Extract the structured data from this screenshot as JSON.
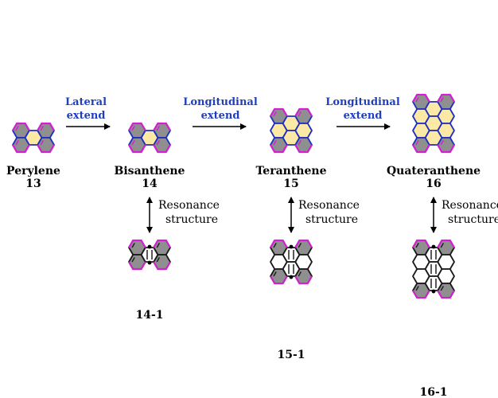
{
  "molecules": [
    {
      "name": "Perylene",
      "number": "13",
      "structure": "perylene"
    },
    {
      "name": "Bisanthene",
      "number": "14",
      "structure": "bisanthene"
    },
    {
      "name": "Teranthene",
      "number": "15",
      "structure": "teranthene"
    },
    {
      "name": "Quateranthene",
      "number": "16",
      "structure": "quateranthene"
    }
  ],
  "steps": [
    {
      "line1": "Lateral",
      "line2": "extend"
    },
    {
      "line1": "Longitudinal",
      "line2": "extend"
    },
    {
      "line1": "Longitudinal",
      "line2": "extend"
    }
  ],
  "resonance": {
    "line1": "Resonance",
    "line2": "structure"
  },
  "resonance_labels": [
    "14-1",
    "15-1",
    "16-1"
  ],
  "colors": {
    "ring_fill": "#fde9a6",
    "bond_blue": "#1f2fbf",
    "bond_magenta": "#d21fd2",
    "shade_gray": "#8f8f8f",
    "bond_black": "#1a1a1a",
    "step_text": "#1f3fbf"
  }
}
